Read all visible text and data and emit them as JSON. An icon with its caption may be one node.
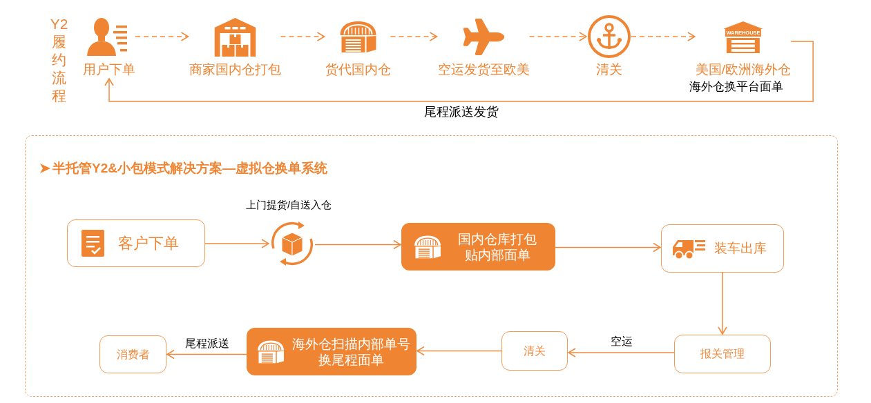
{
  "diagram": {
    "nodes": [
      {
        "text": [
          "用户下单"
        ]
      },
      {
        "text": [
          "商家国内仓打包"
        ]
      },
      {
        "text": [
          "货代国内仓"
        ]
      },
      {
        "text": [
          "空运发货至欧美"
        ]
      },
      {
        "text": [
          "清关"
        ]
      },
      {
        "text": [
          "美国/欧洲海外仓"
        ],
        "beside": [
          "海外仓换平台面单"
        ]
      },
      {
        "text": [
          "半托管Y2&小包模式解决方案—虚拟仓换单系统"
        ]
      },
      {
        "text": [
          "客户下单"
        ],
        "in": 6
      },
      {
        "text": [],
        "shape": "picture",
        "in": 6,
        "beside": [
          "上门提货/自送入仓"
        ]
      },
      {
        "text": [
          "国内仓库打包贴内部面单"
        ],
        "in": 6
      },
      {
        "text": [
          "装车出库"
        ],
        "in": 6
      },
      {
        "text": [
          "报关管理"
        ],
        "in": 6
      },
      {
        "text": [
          "清关"
        ],
        "in": 6
      },
      {
        "text": [
          "海外仓扫描内部单号换尾程面单"
        ],
        "in": 6
      },
      {
        "text": [
          "消费者"
        ],
        "in": 6
      }
    ],
    "edges": [
      {
        "from": 0,
        "to": 1,
        "arrow": "to",
        "style": "dashed"
      },
      {
        "from": 1,
        "to": 2,
        "arrow": "to",
        "style": "dashed"
      },
      {
        "from": 2,
        "to": 3,
        "arrow": "to",
        "style": "dashed"
      },
      {
        "from": 3,
        "to": 4,
        "arrow": "to",
        "style": "dashed"
      },
      {
        "from": 4,
        "to": 5,
        "arrow": "to",
        "style": "dashed"
      },
      {
        "from": 5,
        "to": 0,
        "arrow": "to",
        "label": "尾程派送发货"
      },
      {
        "from": 7,
        "to": 8,
        "arrow": "to"
      },
      {
        "from": 8,
        "to": 9,
        "arrow": "to"
      },
      {
        "from": 9,
        "to": 10,
        "arrow": "to"
      },
      {
        "from": 10,
        "to": 11,
        "arrow": "to"
      },
      {
        "from": 11,
        "to": 12,
        "arrow": "to",
        "label": "空运"
      },
      {
        "from": 12,
        "to": 13,
        "arrow": "to"
      },
      {
        "from": 13,
        "to": 14,
        "arrow": "to",
        "label": "尾程派送"
      }
    ],
    "labels": [
      "Y2履约流程",
      "WAREHOUSE"
    ]
  }
}
